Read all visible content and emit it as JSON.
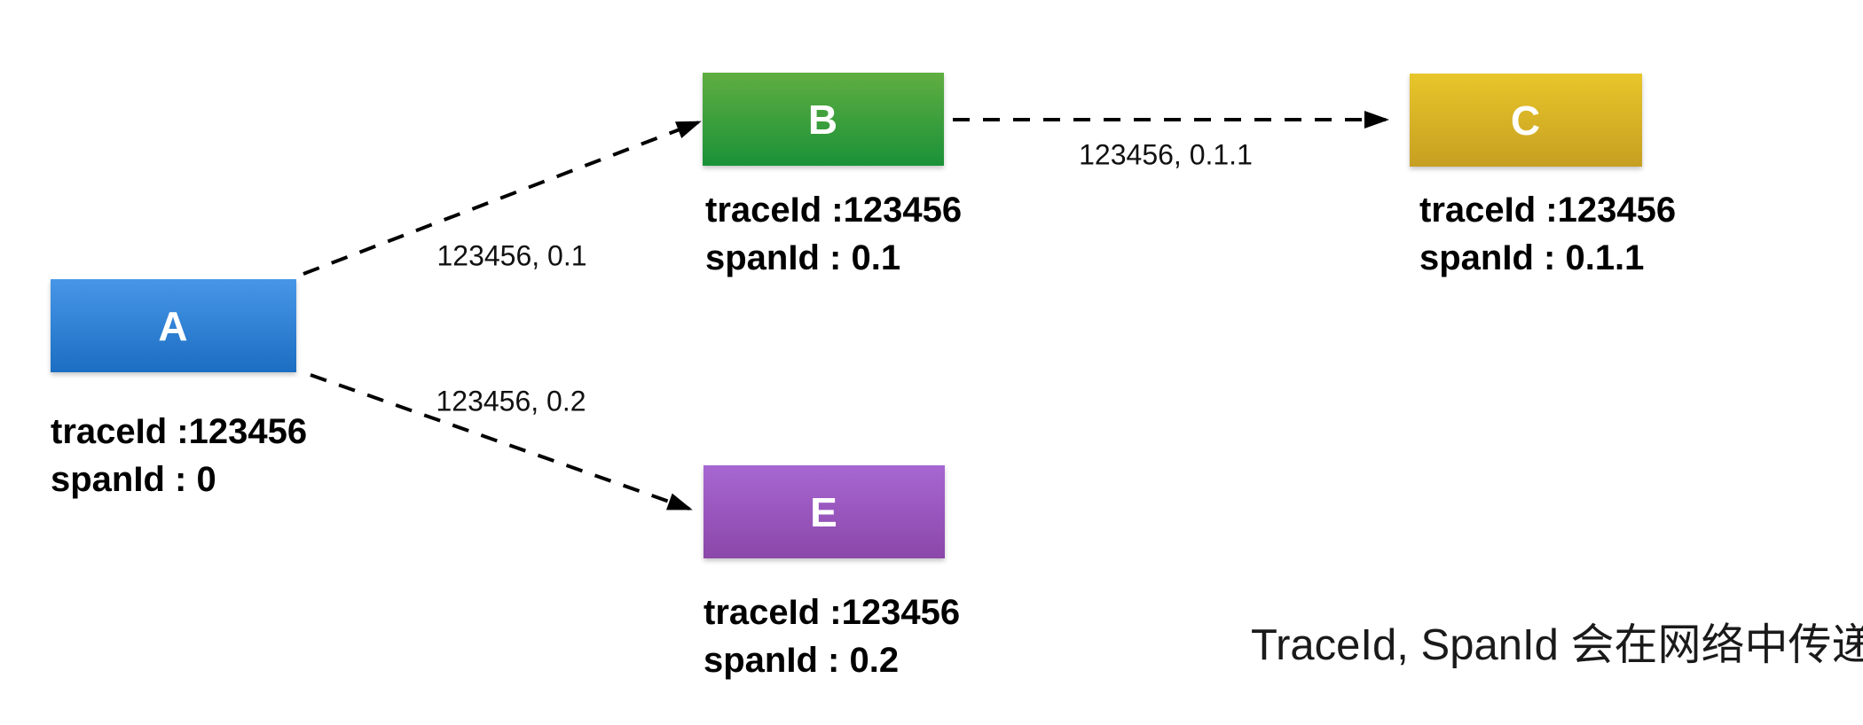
{
  "diagram": {
    "caption": "TraceId, SpanId 会在网络中传递",
    "background": "#ffffff",
    "arrow_color": "#000000",
    "nodes": {
      "a": {
        "letter": "A",
        "trace_line": "traceId :123456",
        "span_line": "spanId : 0",
        "color_top": "#4796E8",
        "color_bottom": "#1C6EC2"
      },
      "b": {
        "letter": "B",
        "trace_line": "traceId :123456",
        "span_line": "spanId : 0.1",
        "color_top": "#60AE41",
        "color_bottom": "#1A9138"
      },
      "c": {
        "letter": "C",
        "trace_line": "traceId :123456",
        "span_line": "spanId : 0.1.1",
        "color_top": "#E8C62A",
        "color_bottom": "#C79F21"
      },
      "e": {
        "letter": "E",
        "trace_line": "traceId :123456",
        "span_line": "spanId : 0.2",
        "color_top": "#A767D2",
        "color_bottom": "#8B47A9"
      }
    },
    "edges": {
      "a_to_b": {
        "label": "123456, 0.1"
      },
      "a_to_e": {
        "label": "123456, 0.2"
      },
      "b_to_c": {
        "label": "123456, 0.1.1"
      }
    }
  }
}
